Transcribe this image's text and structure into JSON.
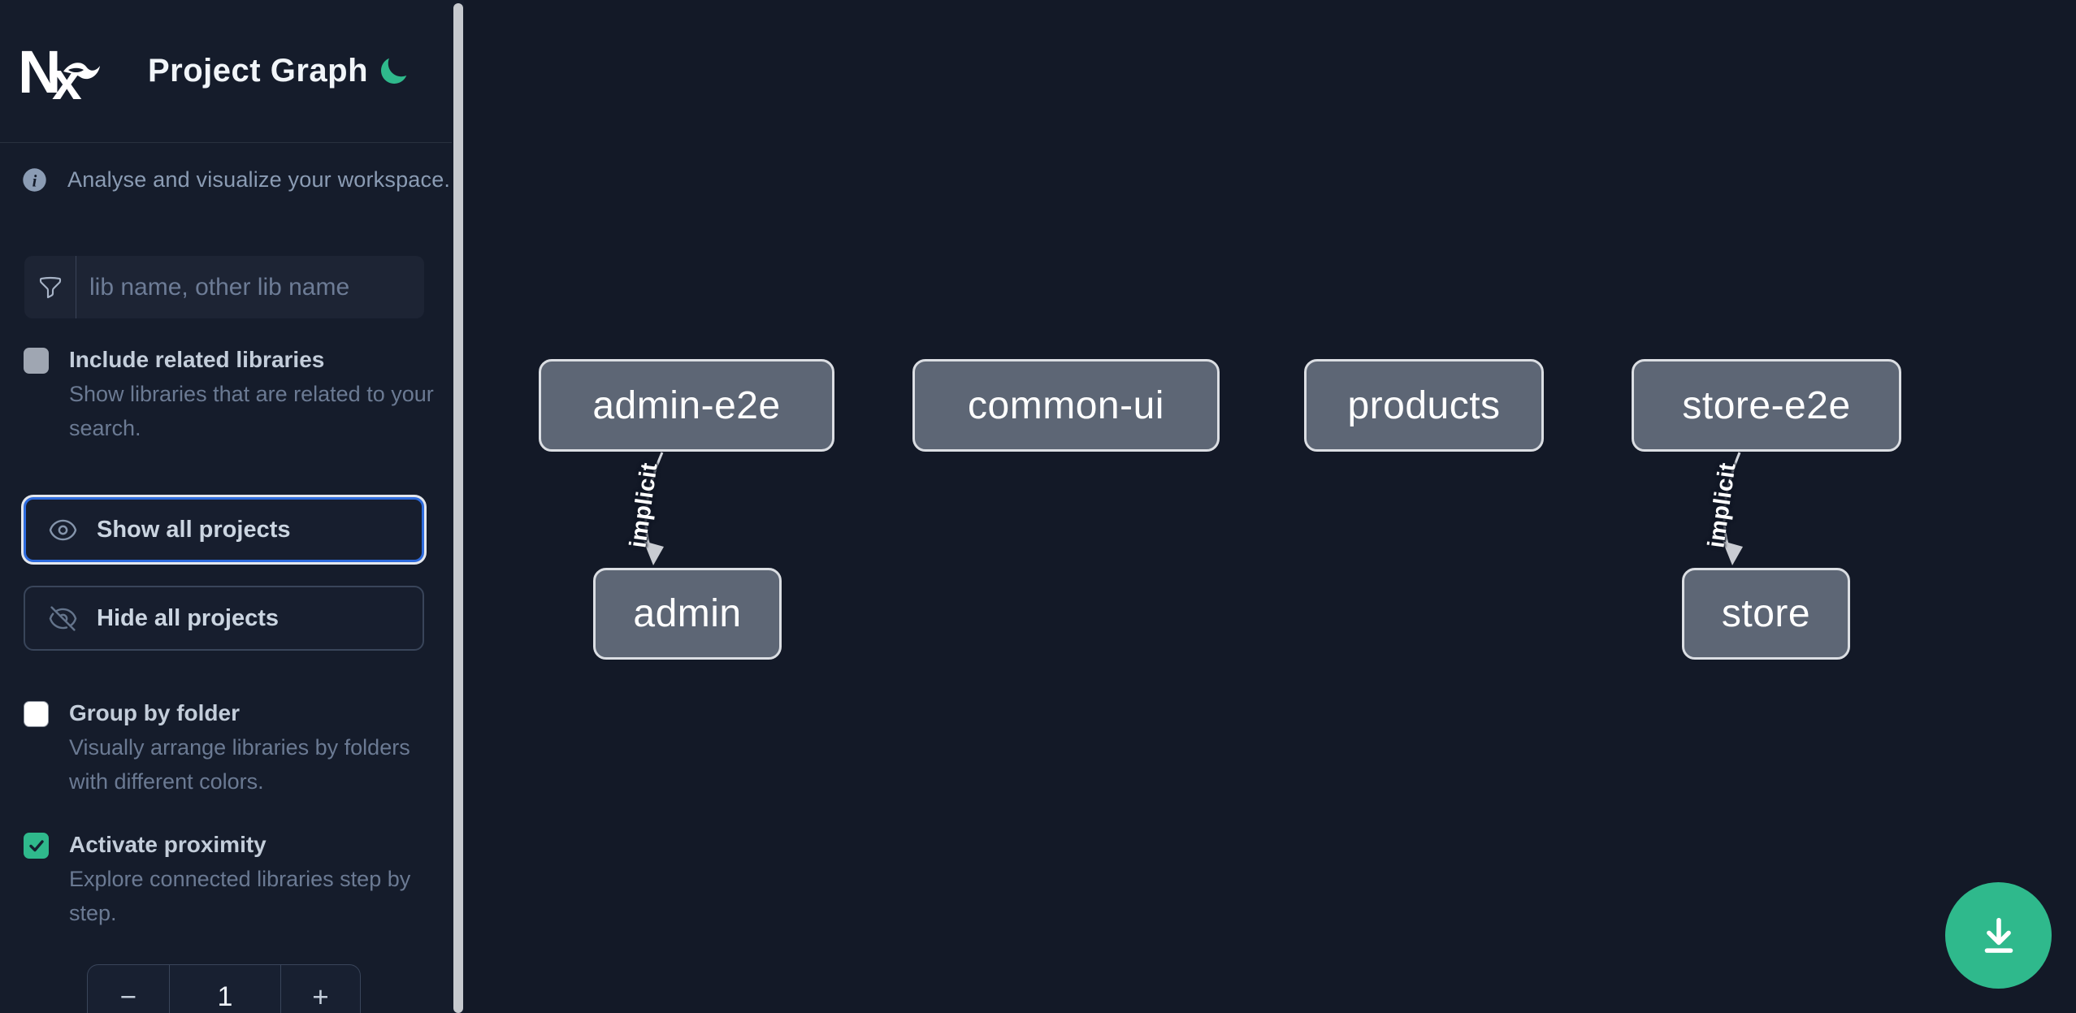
{
  "app": {
    "title": "Project Graph",
    "logo_text": "Nx"
  },
  "sidebar": {
    "info": {
      "text": "Analyse and visualize your workspace."
    },
    "search": {
      "placeholder": "lib name, other lib name",
      "value": ""
    },
    "options": [
      {
        "label": "Include related libraries",
        "description": "Show libraries that are related to your search.",
        "checked": false
      },
      {
        "label": "Group by folder",
        "description": "Visually arrange libraries by folders with different colors.",
        "checked": false
      },
      {
        "label": "Activate proximity",
        "description": "Explore connected libraries step by step.",
        "checked": true
      }
    ],
    "actions": [
      {
        "label": "Show all projects",
        "icon": "eye-icon",
        "focused": true
      },
      {
        "label": "Hide all projects",
        "icon": "eye-slash-icon",
        "focused": false
      }
    ],
    "proximity_stepper": {
      "decrement_label": "−",
      "value": "1",
      "increment_label": "+"
    }
  },
  "graph": {
    "nodes": [
      {
        "label": "admin-e2e"
      },
      {
        "label": "common-ui"
      },
      {
        "label": "products"
      },
      {
        "label": "store-e2e"
      },
      {
        "label": "admin"
      },
      {
        "label": "store"
      }
    ],
    "edges": [
      {
        "from": "admin-e2e",
        "to": "admin",
        "label": "implicit"
      },
      {
        "from": "store-e2e",
        "to": "store",
        "label": "implicit"
      }
    ]
  },
  "fab": {
    "icon": "download-icon"
  },
  "icons": {
    "theme_toggle": "moon-icon",
    "search": "funnel-icon",
    "info": "info-icon"
  },
  "colors": {
    "accent_green": "#2FB98C",
    "focus_blue": "#2E6BDD",
    "node_fill": "#5D6675",
    "node_border": "#DBDEE3",
    "canvas_bg": "#131927",
    "sidebar_bg": "#151C2B"
  }
}
